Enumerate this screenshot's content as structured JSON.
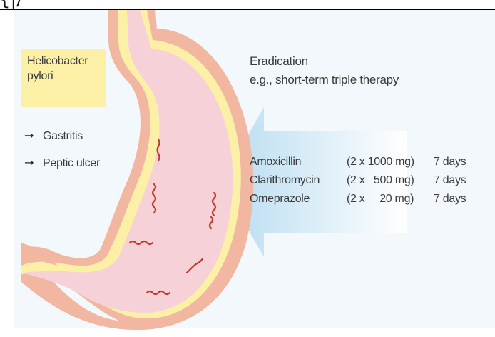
{
  "corner_glyph": "{|/",
  "infection": {
    "organism_line1": "Helicobacter",
    "organism_line2": "pylori"
  },
  "consequences": [
    {
      "arrow": "→",
      "label": "Gastritis"
    },
    {
      "arrow": "→",
      "label": "Peptic ulcer"
    }
  ],
  "eradication": {
    "title": "Eradication",
    "subtitle": "e.g., short-term triple therapy"
  },
  "regimen": [
    {
      "drug": "Amoxicillin",
      "dose": "(2 x 1000 mg)",
      "duration": "7 days"
    },
    {
      "drug": "Clarithromycin",
      "dose": "(2 x   500 mg)",
      "duration": "7 days"
    },
    {
      "drug": "Omeprazole",
      "dose": "(2 x     20 mg)",
      "duration": "7 days"
    }
  ],
  "colors": {
    "panel_background": "#f3f8fc",
    "label_box": "#fbf0a6",
    "stomach_wall": "#f2b7a1",
    "stomach_mucosa": "#fbf0a6",
    "stomach_lumen": "#f6d2d8",
    "bacteria": "#c0392b",
    "therapy_arrow_start": "#ffffff",
    "therapy_arrow_end": "#b7dcf1"
  }
}
